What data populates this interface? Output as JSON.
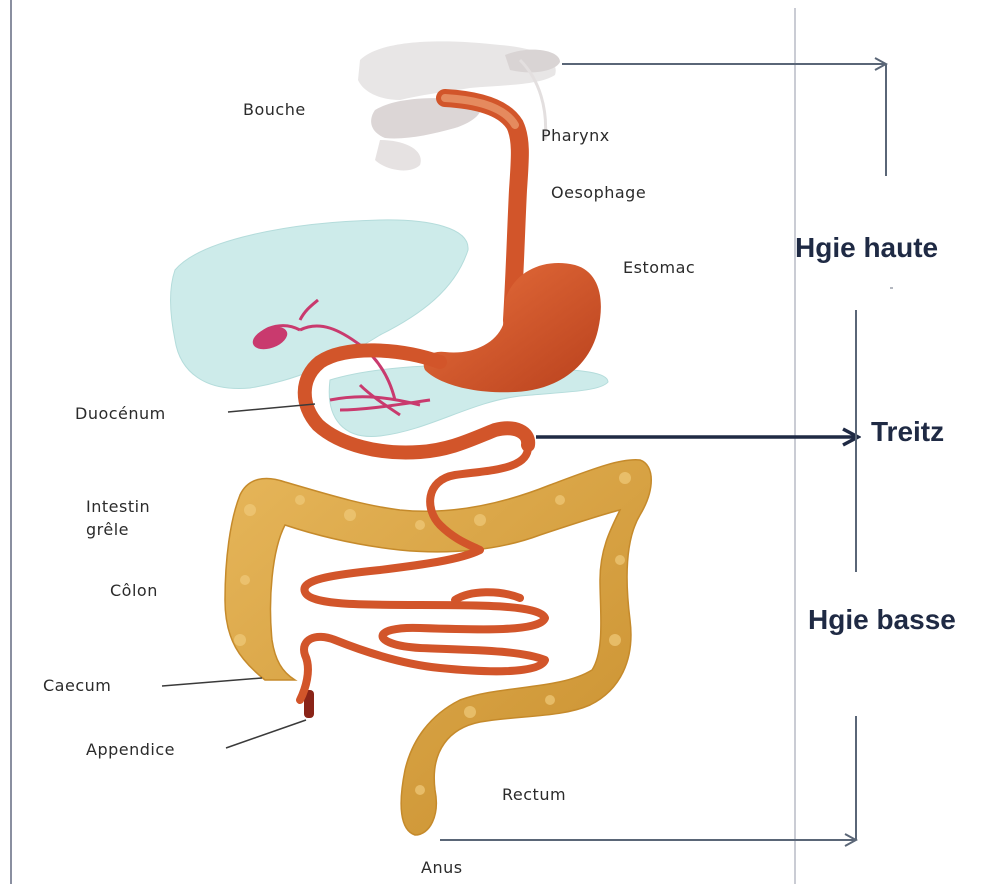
{
  "labels": {
    "bouche": "Bouche",
    "pharynx": "Pharynx",
    "oesophage": "Oesophage",
    "estomac": "Estomac",
    "duodenum": "Duocénum",
    "intestin_line1": "Intestin",
    "intestin_line2": "grêle",
    "colon": "Côlon",
    "caecum": "Caecum",
    "appendice": "Appendice",
    "rectum": "Rectum",
    "anus": "Anus"
  },
  "regions": {
    "upper": "Hgie haute",
    "landmark": "Treitz",
    "lower": "Hgie basse"
  },
  "colors": {
    "digestive_tract": "#d2552a",
    "colon": "#d9a441",
    "liver": "#cdebea",
    "bile_ducts": "#c93a6e",
    "arrows_light": "#5a6677",
    "arrow_dark": "#1f2a44"
  }
}
